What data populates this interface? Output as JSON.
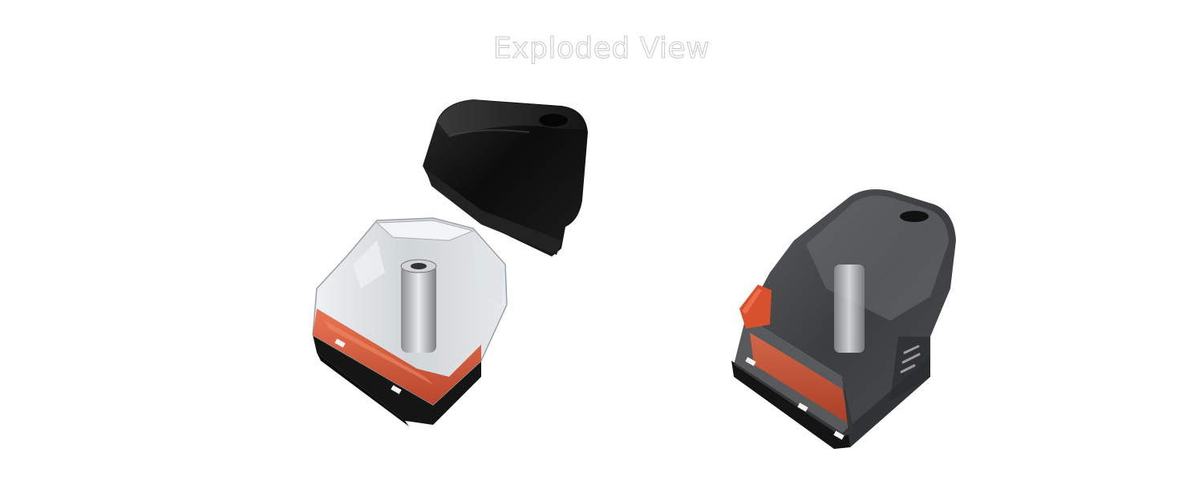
{
  "title": "Exploded View",
  "colors": {
    "background": "#ffffff",
    "mouthpiece": "#111111",
    "tank_clear": "#d9dde0",
    "liquid": "#d9502f",
    "base": "#1a1a1a",
    "smoked_shell": "#2a2a2a",
    "release_tab": "#e0522c"
  },
  "icons": [
    "pod-mouthpiece",
    "pod-tank-exploded",
    "pod-assembled",
    "brand-logo-icon"
  ]
}
